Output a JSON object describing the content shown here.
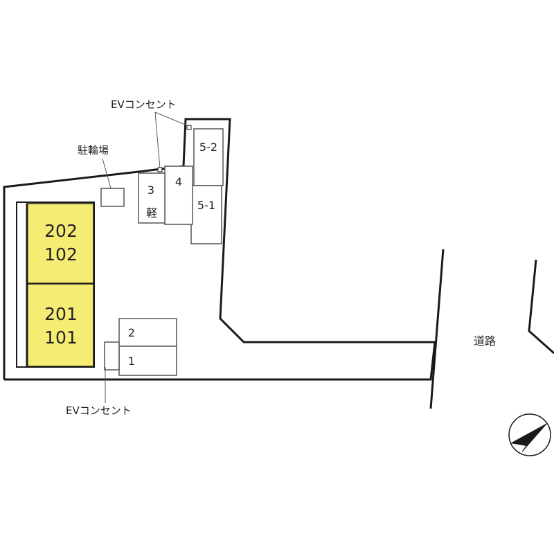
{
  "labels": {
    "ev_outlet_top": "EVコンセント",
    "ev_outlet_bottom": "EVコンセント",
    "bicycle_parking": "駐輪場",
    "road": "道路"
  },
  "building": {
    "units": [
      {
        "upper": "202",
        "lower": "102"
      },
      {
        "upper": "201",
        "lower": "101"
      }
    ]
  },
  "parking": {
    "spaces": [
      {
        "id": "5-2"
      },
      {
        "id": "4"
      },
      {
        "id": "3",
        "note": "軽"
      },
      {
        "id": "5-1"
      },
      {
        "id": "2"
      },
      {
        "id": "1"
      }
    ]
  },
  "colors": {
    "building_fill": "#f5ec74",
    "line": "#1a1a1a",
    "outline": "#555555"
  },
  "icons": {
    "compass": "north-arrow-icon"
  }
}
